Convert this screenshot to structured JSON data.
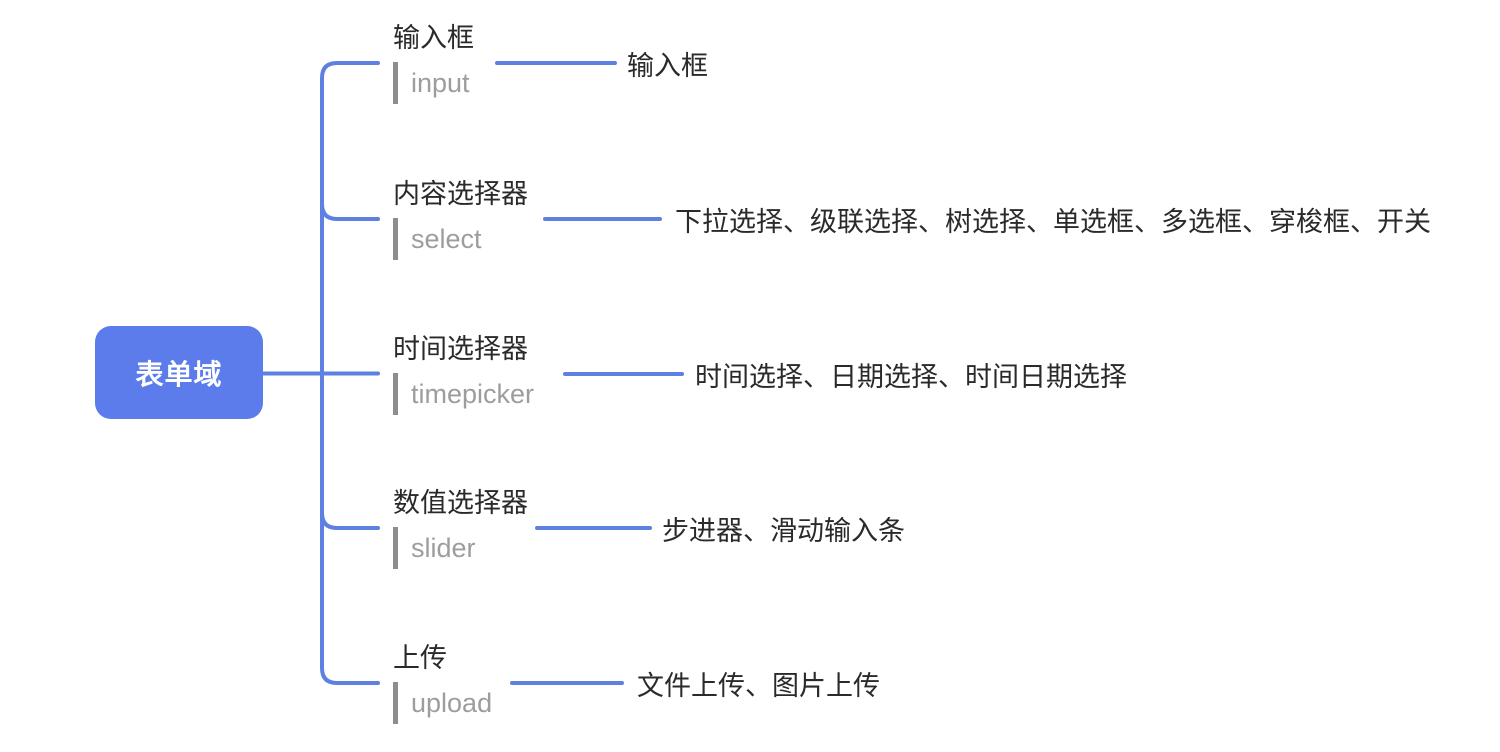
{
  "root": {
    "label": "表单域"
  },
  "branches": [
    {
      "label": "输入框",
      "code": "input",
      "leaf": "输入框"
    },
    {
      "label": "内容选择器",
      "code": "select",
      "leaf": "下拉选择、级联选择、树选择、单选框、多选框、穿梭框、开关"
    },
    {
      "label": "时间选择器",
      "code": "timepicker",
      "leaf": "时间选择、日期选择、时间日期选择"
    },
    {
      "label": "数值选择器",
      "code": "slider",
      "leaf": "步进器、滑动输入条"
    },
    {
      "label": "上传",
      "code": "upload",
      "leaf": "文件上传、图片上传"
    }
  ],
  "colors": {
    "accent_node": "#5B7CEA",
    "connector_line": "#5E80E2",
    "text_dark": "#2a2a2a",
    "text_gray": "#9d9d9d",
    "bar_gray": "#8d8d8d",
    "background": "#ffffff"
  }
}
